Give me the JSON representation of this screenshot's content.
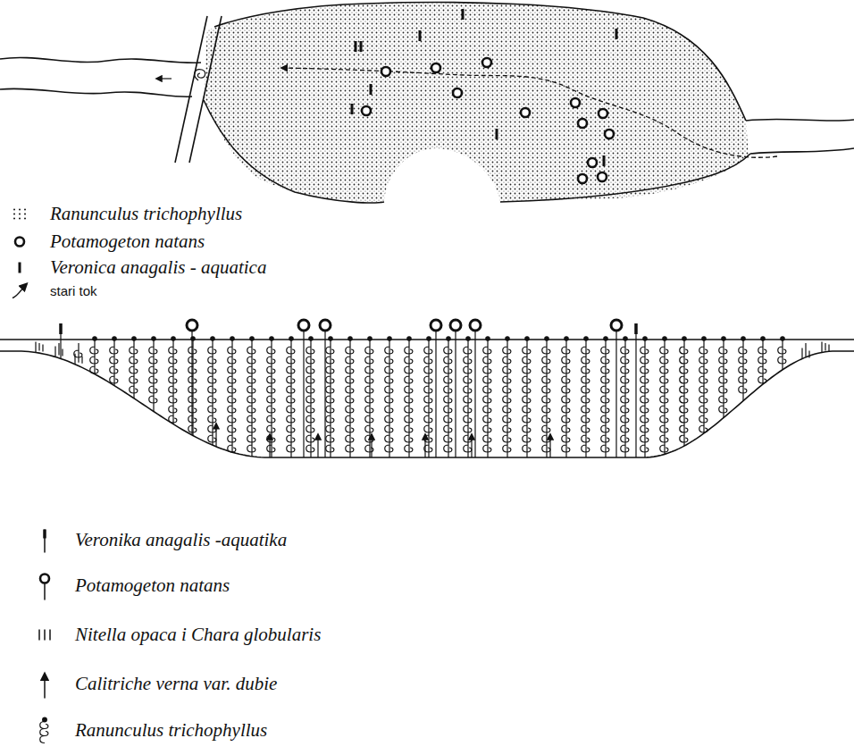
{
  "diagram": {
    "legend": [
      {
        "text": "Ranunculus trichophyllus"
      },
      {
        "text": "Potamogeton natans"
      },
      {
        "text": "Veronica anagalis - aquatica"
      },
      {
        "text": "stari tok"
      },
      {
        "text": "Veronika anagalis -aquatika"
      },
      {
        "text": "Potamogeton natans"
      },
      {
        "text": "Nitella opaca i Chara globularis"
      },
      {
        "text": "Calitriche verna var. dubie"
      },
      {
        "text": "Ranunculus trichophyllus"
      }
    ]
  }
}
